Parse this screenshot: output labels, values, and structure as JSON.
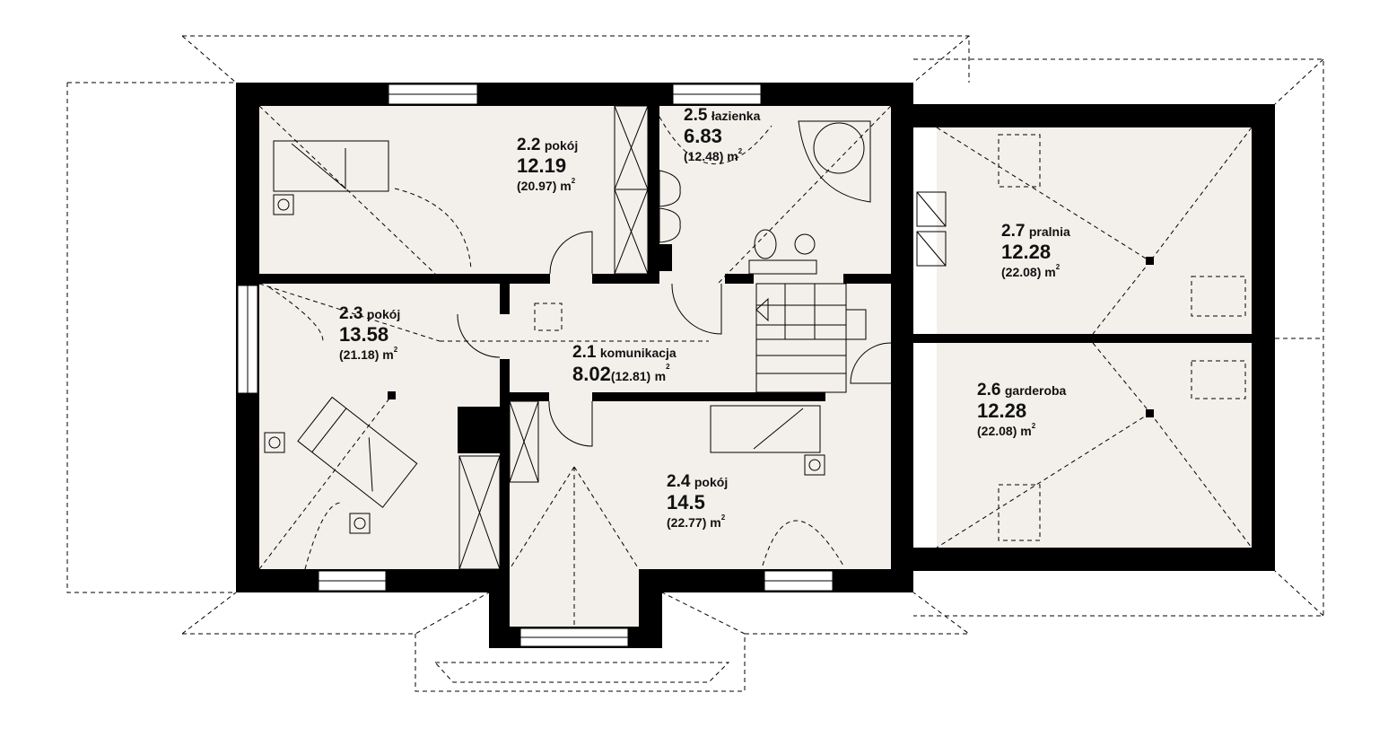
{
  "colors": {
    "floor": "#f3f0eb",
    "wall": "#000000"
  },
  "unit": "m",
  "unit_exp": "2",
  "rooms": [
    {
      "number": "2.1",
      "name": "komunikacja",
      "area": "8.02",
      "gross": "(12.81)"
    },
    {
      "number": "2.2",
      "name": "pokój",
      "area": "12.19",
      "gross": "(20.97)"
    },
    {
      "number": "2.3",
      "name": "pokój",
      "area": "13.58",
      "gross": "(21.18)"
    },
    {
      "number": "2.4",
      "name": "pokój",
      "area": "14.5",
      "gross": "(22.77)"
    },
    {
      "number": "2.5",
      "name": "łazienka",
      "area": "6.83",
      "gross": "(12.48)"
    },
    {
      "number": "2.6",
      "name": "garderoba",
      "area": "12.28",
      "gross": "(22.08)"
    },
    {
      "number": "2.7",
      "name": "pralnia",
      "area": "12.28",
      "gross": "(22.08)"
    }
  ]
}
